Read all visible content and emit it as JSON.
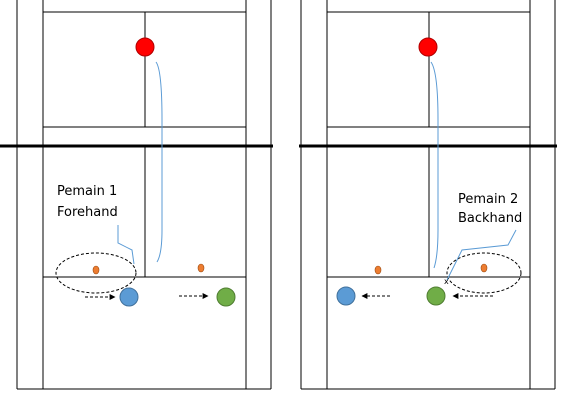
{
  "diagram": {
    "courts": [
      {
        "id": "left",
        "callout": {
          "line1": "Pemain 1",
          "line2": "Forehand"
        }
      },
      {
        "id": "right",
        "callout": {
          "line1": "Pemain 2",
          "line2": "Backhand"
        }
      }
    ],
    "colors": {
      "court_line": "#000000",
      "opponent": "#ff0000",
      "player_blue": "#5b9bd5",
      "player_green": "#70ad47",
      "cone": "#ed7d31",
      "shuttle_path": "#5b9bd5"
    }
  }
}
